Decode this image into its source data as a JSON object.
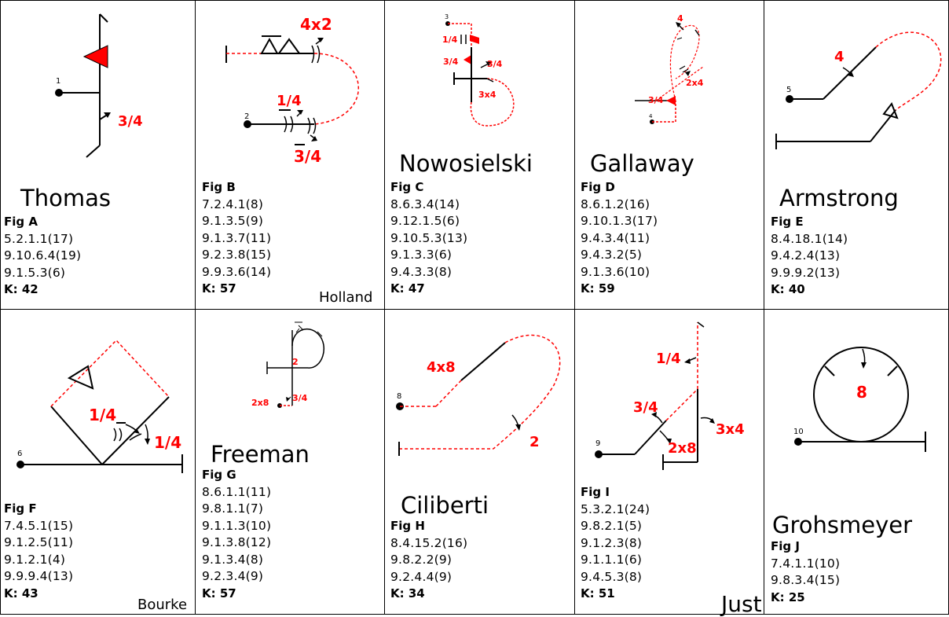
{
  "cells": [
    {
      "id": "A",
      "name": "Thomas",
      "fig": "Fig A",
      "codes": [
        "5.2.1.1(17)",
        "9.10.6.4(19)",
        "9.1.5.3(6)"
      ],
      "k": "K: 42",
      "num": "1",
      "labels": [
        "3/4"
      ]
    },
    {
      "id": "B",
      "name": "",
      "fig": "Fig B",
      "codes": [
        "7.2.4.1(8)",
        "9.1.3.5(9)",
        "9.1.3.7(11)",
        "9.2.3.8(15)",
        "9.9.3.6(14)"
      ],
      "k": "K: 57",
      "num": "2",
      "labels": [
        "4x2",
        "1/4",
        "3/4"
      ],
      "side": "Holland"
    },
    {
      "id": "C",
      "name": "Nowosielski",
      "fig": "Fig C",
      "codes": [
        "8.6.3.4(14)",
        "9.12.1.5(6)",
        "9.10.5.3(13)",
        "9.1.3.3(6)",
        "9.4.3.3(8)"
      ],
      "k": "K: 47",
      "num": "3",
      "labels": [
        "1/4",
        "3/4",
        "3/4",
        "3x4"
      ]
    },
    {
      "id": "D",
      "name": "Gallaway",
      "fig": "Fig D",
      "codes": [
        "8.6.1.2(16)",
        "9.10.1.3(17)",
        "9.4.3.4(11)",
        "9.4.3.2(5)",
        "9.1.3.6(10)"
      ],
      "k": "K: 59",
      "num": "4",
      "labels": [
        "4",
        "2x4",
        "3/4"
      ]
    },
    {
      "id": "E",
      "name": "Armstrong",
      "fig": "Fig E",
      "codes": [
        "8.4.18.1(14)",
        "9.4.2.4(13)",
        "9.9.9.2(13)"
      ],
      "k": "K: 40",
      "num": "5",
      "labels": [
        "4"
      ]
    },
    {
      "id": "F",
      "name": "",
      "fig": "Fig F",
      "codes": [
        "7.4.5.1(15)",
        "9.1.2.5(11)",
        "9.1.2.1(4)",
        "9.9.9.4(13)"
      ],
      "k": "K: 43",
      "num": "6",
      "labels": [
        "1/4",
        "1/4"
      ],
      "side": "Bourke"
    },
    {
      "id": "G",
      "name": "Freeman",
      "fig": "Fig G",
      "codes": [
        "8.6.1.1(11)",
        "9.8.1.1(7)",
        "9.1.1.3(10)",
        "9.1.3.8(12)",
        "9.1.3.4(8)",
        "9.2.3.4(9)"
      ],
      "k": "K: 57",
      "num": "7",
      "labels": [
        "2",
        "2x8",
        "3/4"
      ]
    },
    {
      "id": "H",
      "name": "Ciliberti",
      "fig": "Fig H",
      "codes": [
        "8.4.15.2(16)",
        "9.8.2.2(9)",
        "9.2.4.4(9)"
      ],
      "k": "K: 34",
      "num": "8",
      "labels": [
        "4x8",
        "2"
      ]
    },
    {
      "id": "I",
      "name": "",
      "fig": "Fig I",
      "codes": [
        "5.3.2.1(24)",
        "9.8.2.1(5)",
        "9.1.2.3(8)",
        "9.1.1.1(6)",
        "9.4.5.3(8)"
      ],
      "k": "K: 51",
      "num": "9",
      "labels": [
        "1/4",
        "3/4",
        "2x8",
        "3x4"
      ],
      "side": "Just"
    },
    {
      "id": "J",
      "name": "Grohsmeyer",
      "fig": "Fig J",
      "codes": [
        "7.4.1.1(10)",
        "9.8.3.4(15)"
      ],
      "k": "K: 25",
      "num": "10",
      "labels": [
        "8"
      ]
    }
  ],
  "colors": {
    "red": "#ff0000",
    "black": "#000000"
  }
}
